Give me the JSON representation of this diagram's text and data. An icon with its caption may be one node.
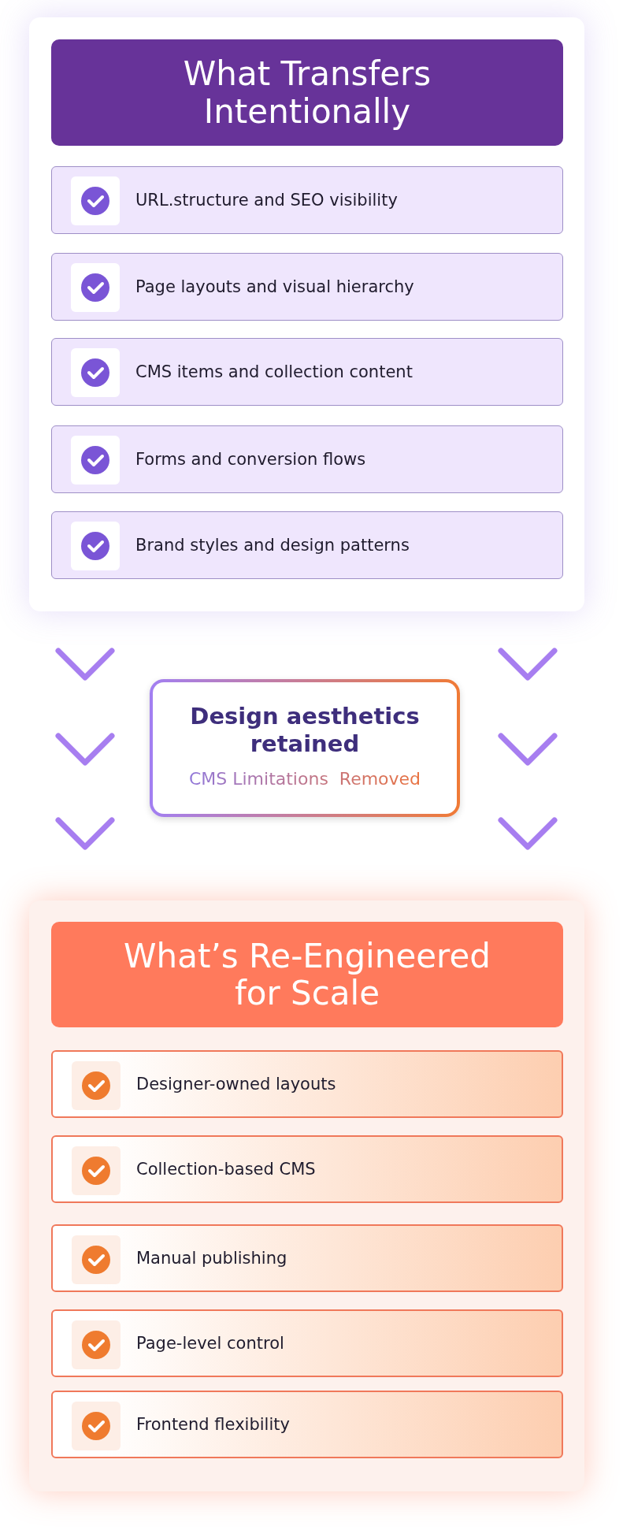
{
  "diagram": {
    "nodes": [
      {
        "text": [],
        "shape": "box"
      },
      {
        "text": [
          "What Transfers Intentionally"
        ],
        "in": 0
      },
      {
        "text": [
          "URL.structure and SEO visibility"
        ],
        "in": 0
      },
      {
        "text": [
          "Page layouts and visual hierarchy"
        ],
        "in": 0
      },
      {
        "text": [
          "CMS items and collection content"
        ],
        "in": 0
      },
      {
        "text": [
          "Forms and conversion flows"
        ],
        "in": 0
      },
      {
        "text": [
          "Brand styles and design patterns"
        ],
        "in": 0
      },
      {
        "text": [
          "Design aesthetics retained",
          "CMS Limitations  Removed"
        ]
      },
      {
        "text": [],
        "shape": "box"
      },
      {
        "text": [
          "What’s Re-Engineered for Scale"
        ],
        "in": 8
      },
      {
        "text": [
          "Designer-owned layouts"
        ],
        "in": 8
      },
      {
        "text": [
          "Collection-based CMS"
        ],
        "in": 8
      },
      {
        "text": [
          "Manual publishing"
        ],
        "in": 8
      },
      {
        "text": [
          "Page-level control"
        ],
        "in": 8
      },
      {
        "text": [
          "Frontend flexibility"
        ],
        "in": 8
      }
    ],
    "edges": []
  }
}
